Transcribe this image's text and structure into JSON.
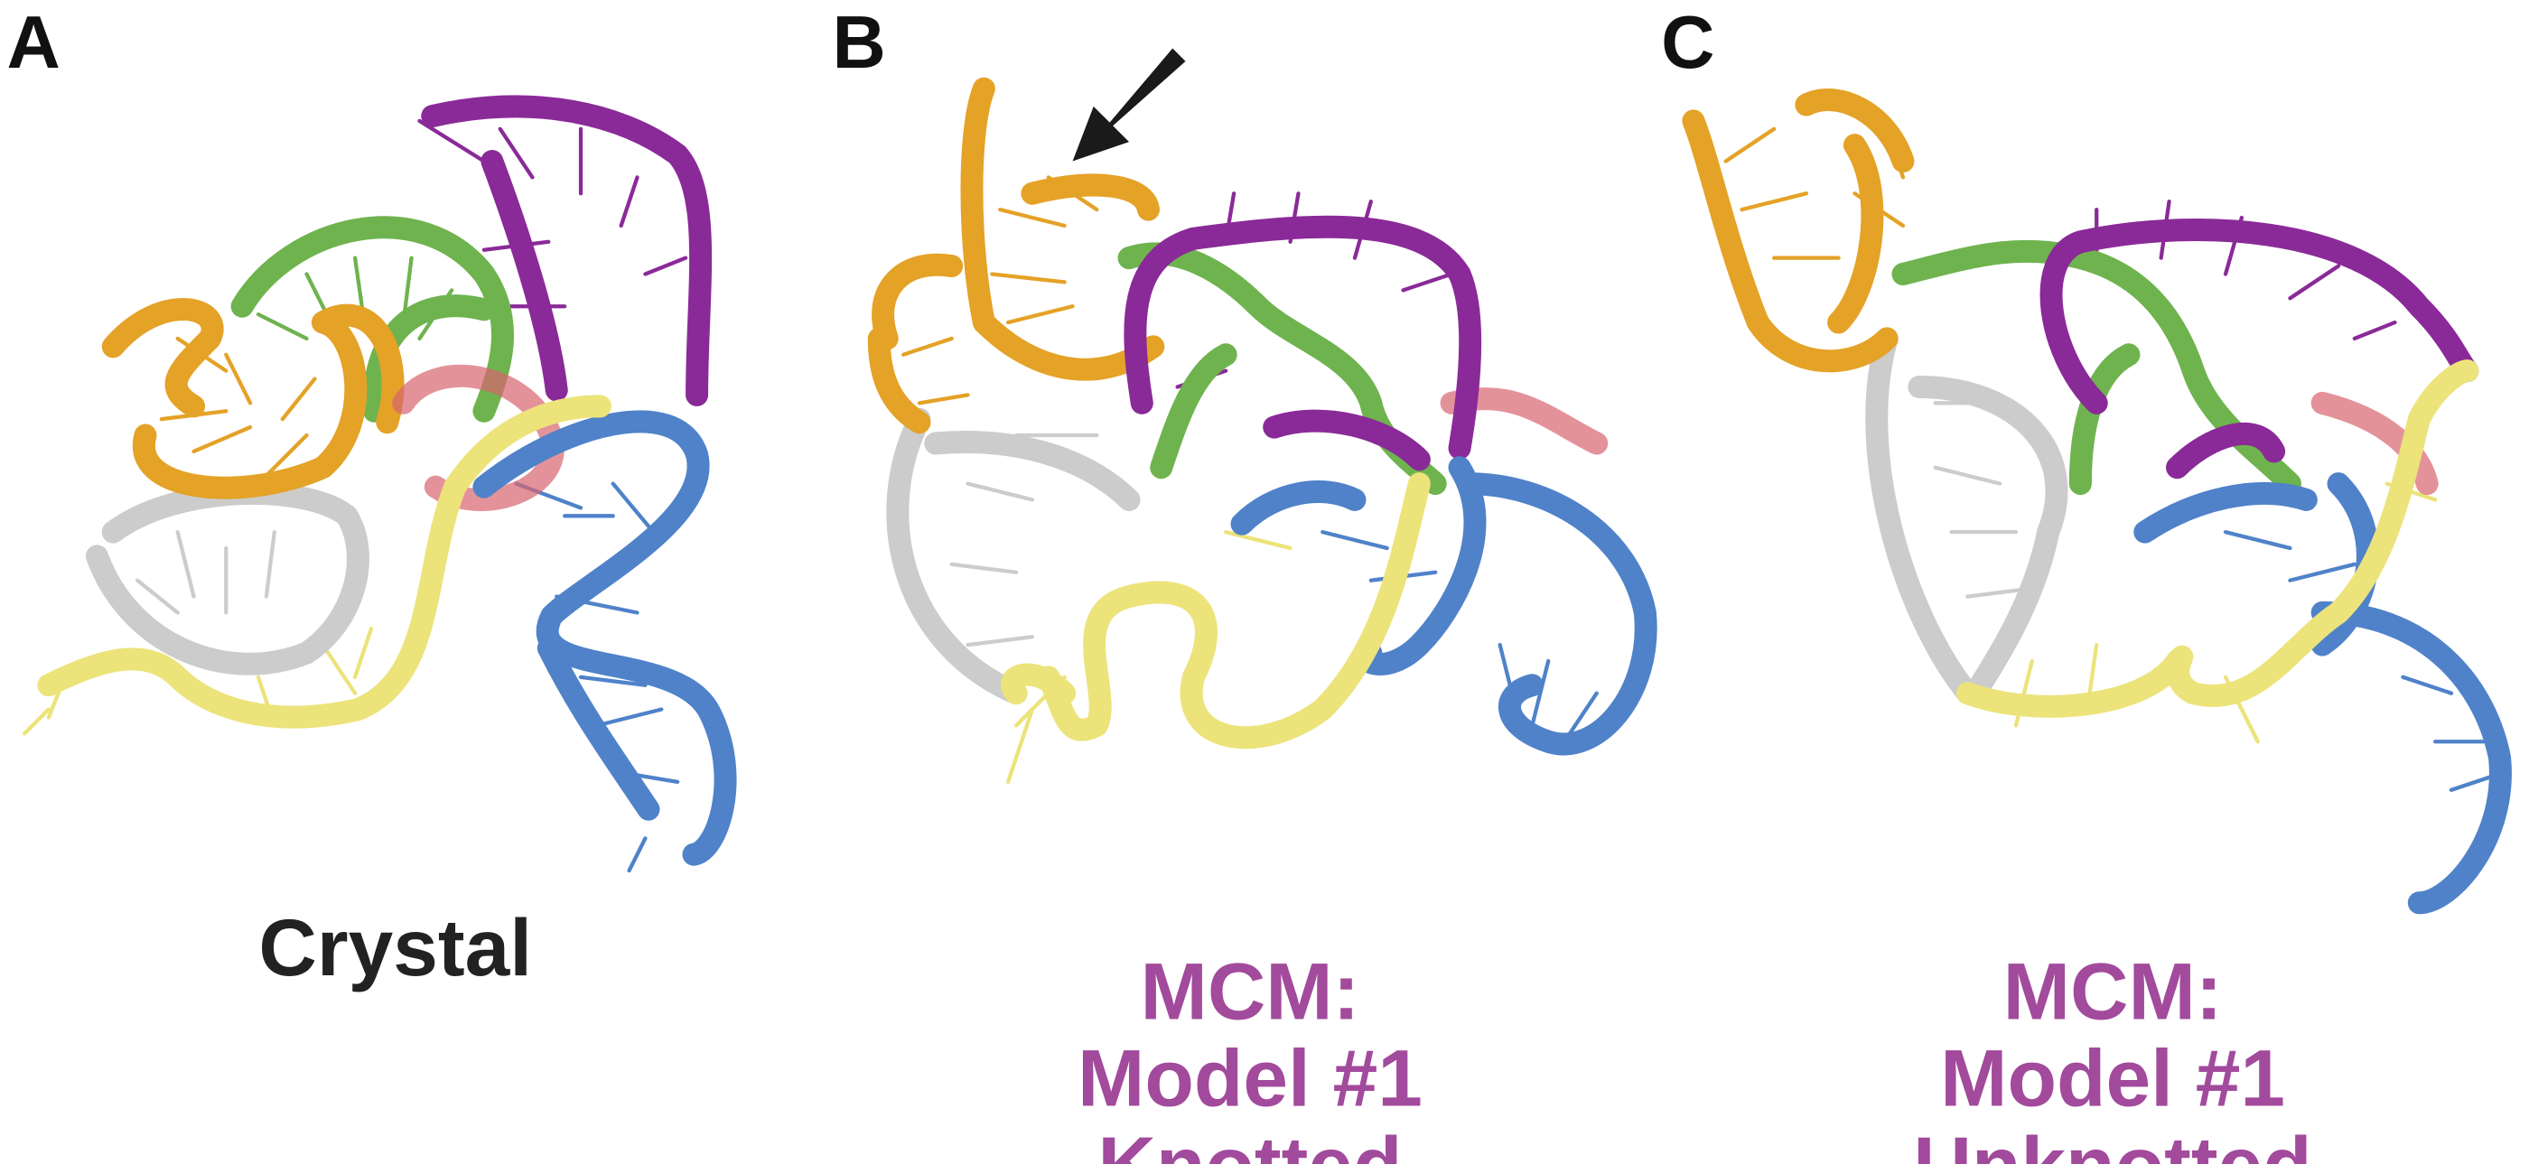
{
  "panels": [
    {
      "letter": "A",
      "caption": [
        "Crystal"
      ]
    },
    {
      "letter": "B",
      "caption": [
        "MCM:",
        "Model #1",
        "Knotted"
      ]
    },
    {
      "letter": "C",
      "caption": [
        "MCM:",
        "Model #1",
        "Unknotted"
      ]
    }
  ],
  "colors": {
    "caption_crystal": "#222222",
    "caption_model": "#a24a9c",
    "orange": "#e4a227",
    "green": "#6fb34f",
    "purple": "#8a2a98",
    "red": "#d8646f",
    "blue": "#4f82c9",
    "yellow": "#ece37a",
    "gray": "#cccccc",
    "arrow": "#1a1a1a"
  }
}
